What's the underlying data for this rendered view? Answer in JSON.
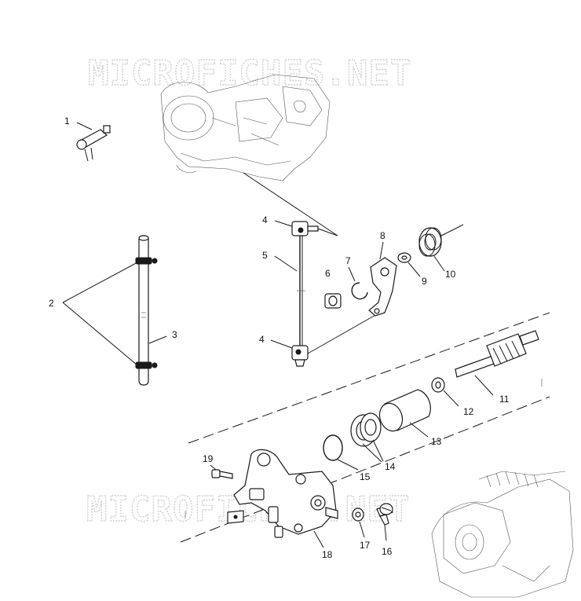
{
  "watermark": {
    "top": "MICROFICHES.NET",
    "bottom": "MICROFICHES.NET"
  },
  "callouts": {
    "c1": "1",
    "c2": "2",
    "c3": "3",
    "c4a": "4",
    "c4b": "4",
    "c5": "5",
    "c6": "6",
    "c7": "7",
    "c8": "8",
    "c9": "9",
    "c10": "10",
    "c11": "11",
    "c12": "12",
    "c13": "13",
    "c14": "14",
    "c15": "15",
    "c16": "16",
    "c17": "17",
    "c18": "18",
    "c19": "19"
  }
}
